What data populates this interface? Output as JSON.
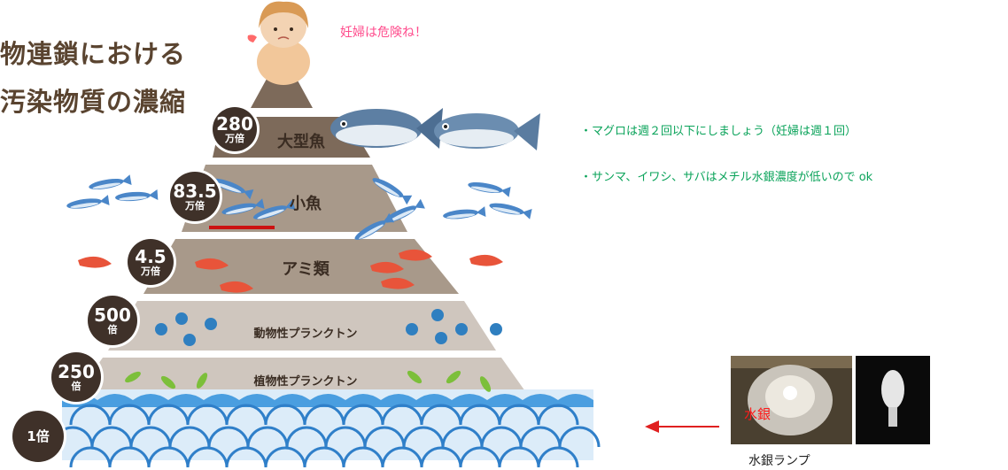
{
  "title": {
    "line1": "物連鎖における",
    "line2": "汚染物質の濃縮"
  },
  "speech": "妊婦は危険ね！",
  "notes": [
    "・マグロは週２回以下にしましょう（妊婦は週１回）",
    "・サンマ、イワシ、サバはメチル水銀濃度が低いので ok"
  ],
  "levels": [
    {
      "label": "大型魚",
      "factor": "280",
      "unit": "万倍"
    },
    {
      "label": "小魚",
      "factor": "83.5",
      "unit": "万倍"
    },
    {
      "label": "アミ類",
      "factor": "4.5",
      "unit": "万倍"
    },
    {
      "label": "動物性プランクトン",
      "factor": "500",
      "unit": "倍"
    },
    {
      "label": "植物性プランクトン",
      "factor": "250",
      "unit": "倍"
    },
    {
      "label": "",
      "factor": "1倍",
      "unit": ""
    }
  ],
  "lamp": {
    "overlay_text": "水銀",
    "caption": "水銀ランプ"
  },
  "colors": {
    "pyramid_dark": "#7d6a5a",
    "pyramid_mid": "#a8998a",
    "pyramid_light": "#cfc6be",
    "badge": "#3f3129",
    "fish_blue": "#4a86c8",
    "shrimp": "#e8543a",
    "wave": "#3b8fd6",
    "note_green": "#0aa35a",
    "speech_pink": "#ff4d8d",
    "arrow_red": "#e02020"
  }
}
